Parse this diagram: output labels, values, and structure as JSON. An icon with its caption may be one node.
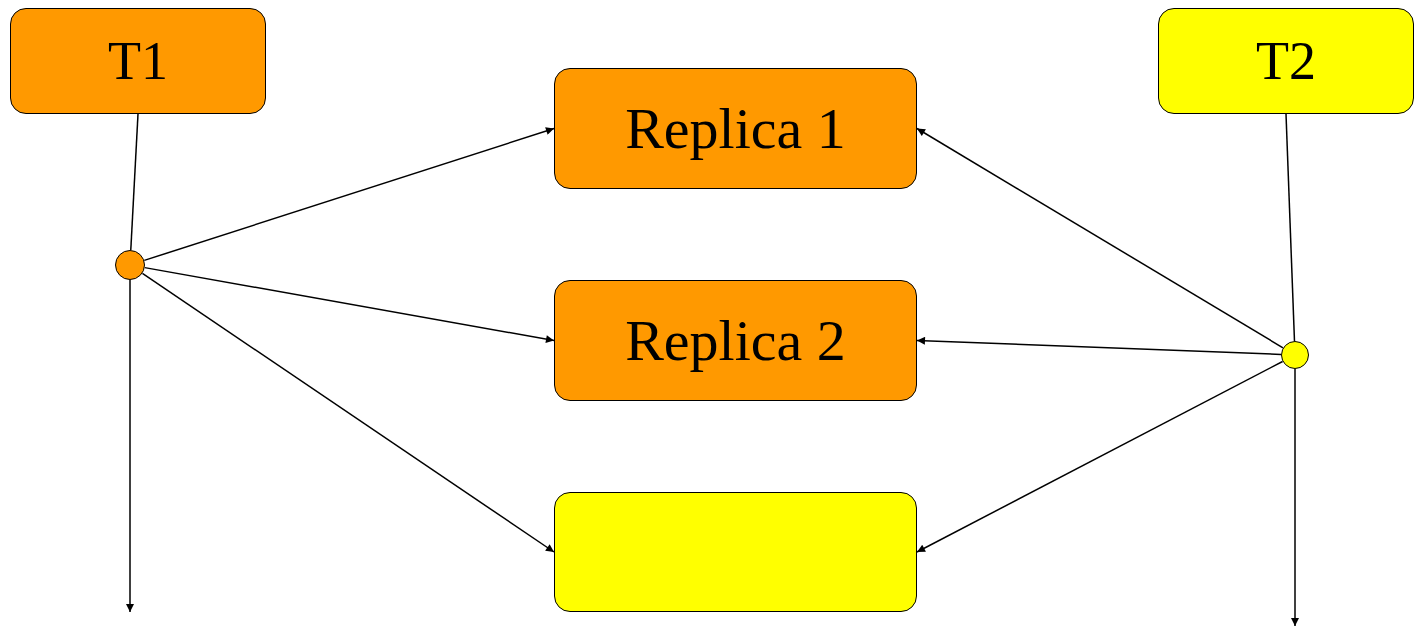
{
  "diagram": {
    "nodes": [
      {
        "text": [
          "T1"
        ]
      },
      {
        "text": [
          "Replica 1"
        ]
      },
      {
        "text": [
          "T2"
        ]
      },
      {
        "text": [],
        "shape": "circle"
      },
      {
        "text": [
          "Replica 2"
        ]
      },
      {
        "text": [],
        "shape": "circle"
      },
      {
        "text": [],
        "shape": "box"
      }
    ],
    "edges": [
      {
        "from": 0,
        "to": 3,
        "arrow": "none"
      },
      {
        "from": 3,
        "to": null,
        "arrow": "to"
      },
      {
        "from": 3,
        "to": 1,
        "arrow": "to"
      },
      {
        "from": 3,
        "to": 4,
        "arrow": "to"
      },
      {
        "from": 3,
        "to": 6,
        "arrow": "to"
      },
      {
        "from": 2,
        "to": 5,
        "arrow": "none"
      },
      {
        "from": 5,
        "to": null,
        "arrow": "to"
      },
      {
        "from": 5,
        "to": 1,
        "arrow": "to"
      },
      {
        "from": 5,
        "to": 4,
        "arrow": "to"
      },
      {
        "from": 5,
        "to": 6,
        "arrow": "to"
      }
    ]
  }
}
